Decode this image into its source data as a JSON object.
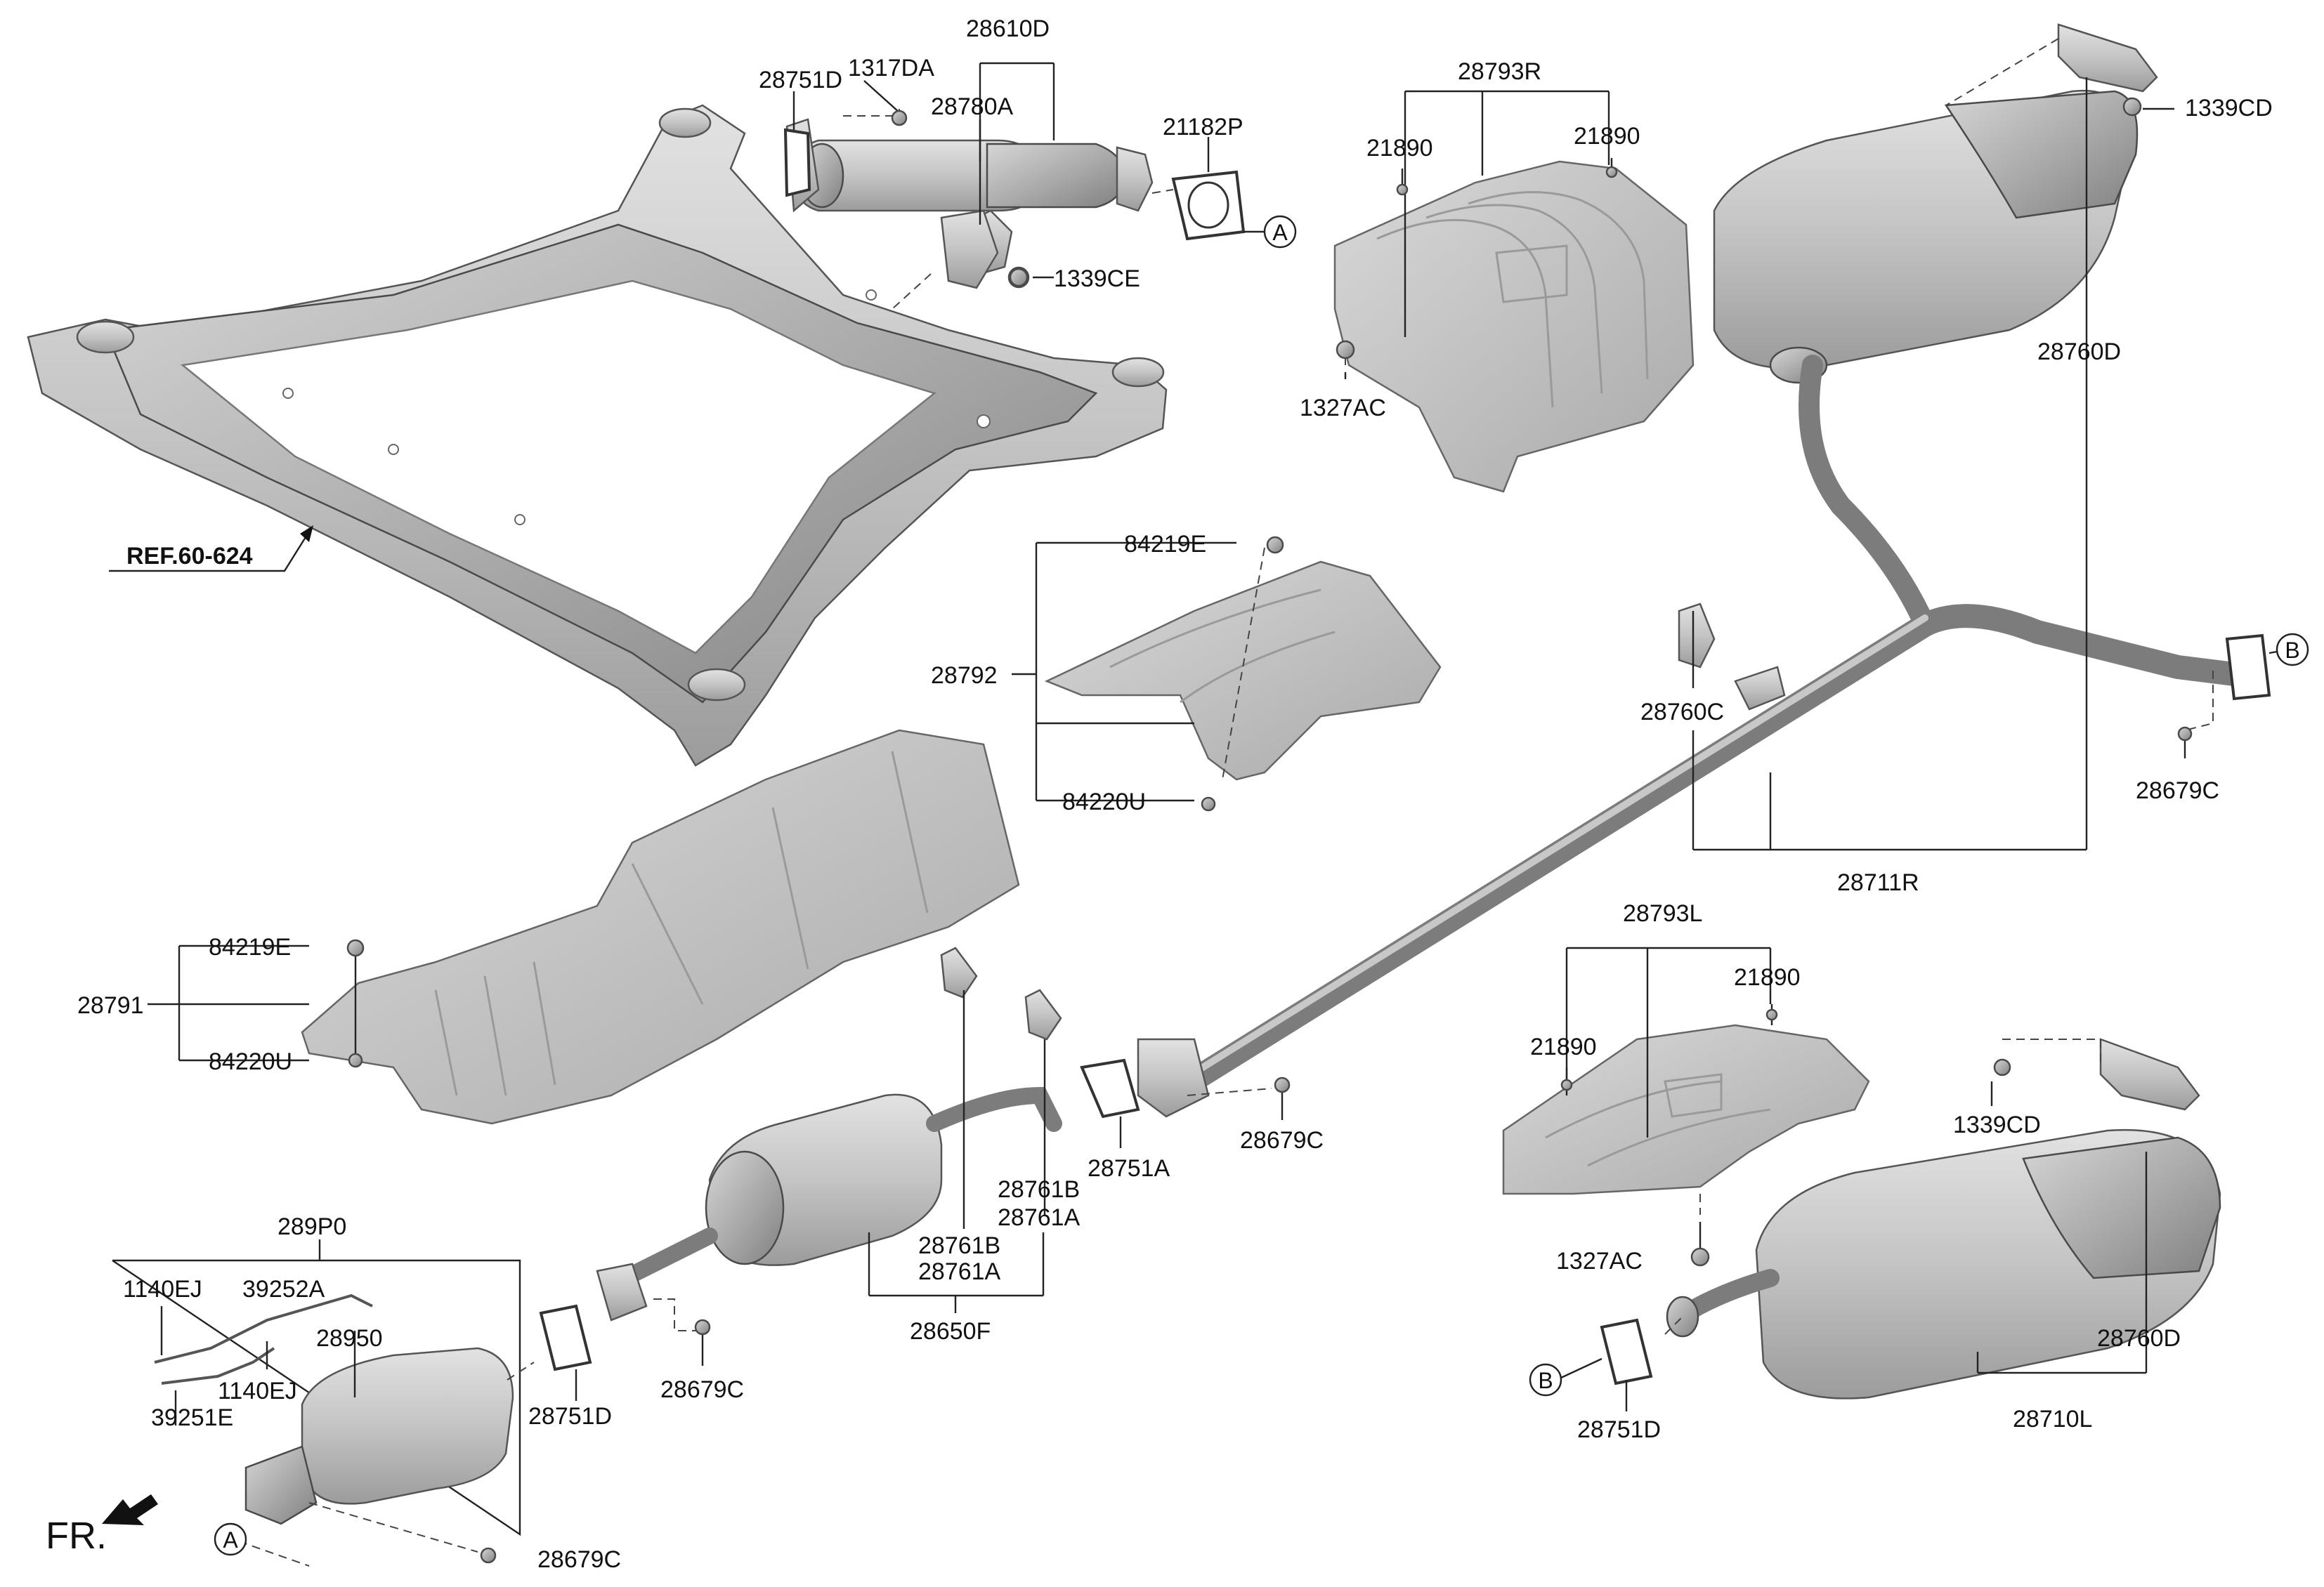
{
  "parts": {
    "p28751D_top": "28751D",
    "p1317DA": "1317DA",
    "p28610D": "28610D",
    "p28780A": "28780A",
    "p21182P": "21182P",
    "p1339CE": "1339CE",
    "p28793R": "28793R",
    "p21890_r1": "21890",
    "p21890_r2": "21890",
    "p1327AC_r": "1327AC",
    "p1339CD_top": "1339CD",
    "p28760D_top": "28760D",
    "p84219E_mid": "84219E",
    "p28792": "28792",
    "p84220U_mid": "84220U",
    "p28760C": "28760C",
    "p28679C_b": "28679C",
    "p28711R": "28711R",
    "p84219E_left": "84219E",
    "p28791": "28791",
    "p84220U_left": "84220U",
    "p28793L": "28793L",
    "p21890_l1": "21890",
    "p21890_l2": "21890",
    "p1327AC_l": "1327AC",
    "p1339CD_low": "1339CD",
    "p28751A": "28751A",
    "p28679C_mid": "28679C",
    "p28761B_a": "28761B",
    "p28761A_a": "28761A",
    "p28761B_b": "28761B",
    "p28761A_b": "28761A",
    "p28650F": "28650F",
    "p289P0": "289P0",
    "p1140EJ_a": "1140EJ",
    "p39252A": "39252A",
    "p28950": "28950",
    "p1140EJ_b": "1140EJ",
    "p39251E": "39251E",
    "p28751D_mid": "28751D",
    "p28679C_left": "28679C",
    "p28679C_bottom": "28679C",
    "p28751D_low": "28751D",
    "p28760D_low": "28760D",
    "p28710L": "28710L"
  },
  "refs": {
    "ref_subframe": "REF.60-624"
  },
  "markers": {
    "a_top": "A",
    "a_bottom": "A",
    "b_right": "B",
    "b_low": "B"
  },
  "direction": {
    "front": "FR."
  }
}
